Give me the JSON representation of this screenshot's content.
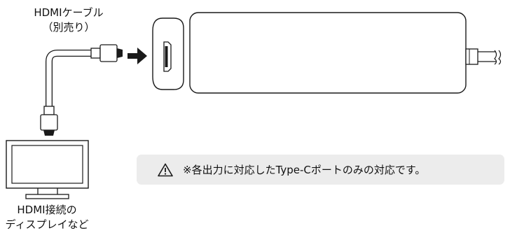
{
  "labels": {
    "cable_line1": "HDMIケーブル",
    "cable_line2": "（別売り）",
    "display_line1": "HDMI接続の",
    "display_line2": "ディスプレイなど"
  },
  "note": {
    "text": "※各出力に対応したType-Cポートのみの対応です。",
    "icon": "warning-triangle-icon"
  },
  "colors": {
    "line": "#1a1a1a",
    "note_background": "#ececec",
    "cable_fill": "#ffffff"
  }
}
